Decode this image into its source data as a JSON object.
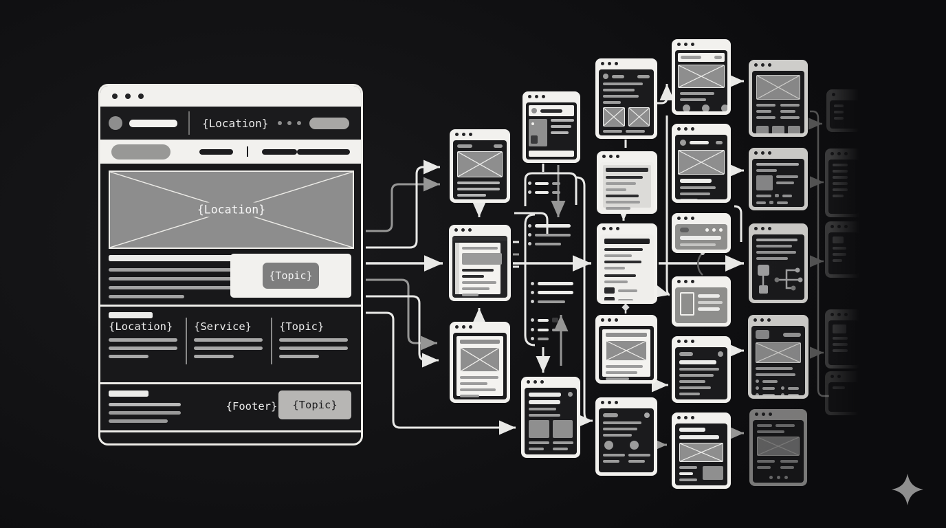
{
  "main_window": {
    "browser_header": {
      "location_label": "{Location}"
    },
    "hero": {
      "label": "{Location}"
    },
    "topic_card": {
      "button_label": "{Topic}"
    },
    "link_columns": [
      {
        "label": "{Location}"
      },
      {
        "label": "{Service}"
      },
      {
        "label": "{Topic}"
      }
    ],
    "footer": {
      "label": "{Footer}",
      "topic_button_label": "{Topic}"
    }
  },
  "decorations": {
    "sparkle_icon": "four-pointed-star"
  },
  "colors": {
    "background": "#121214",
    "card_white": "#f2f1ee",
    "panel_dark": "#1b1b1d",
    "placeholder_gray": "#8e8e8e",
    "wire_white": "#e9e9e7",
    "wire_gray": "#969695",
    "topic_button_dark": "#7e7e7e",
    "topic_button_light": "#b7b6b4",
    "sparkle_gray": "#8f8f8f"
  }
}
